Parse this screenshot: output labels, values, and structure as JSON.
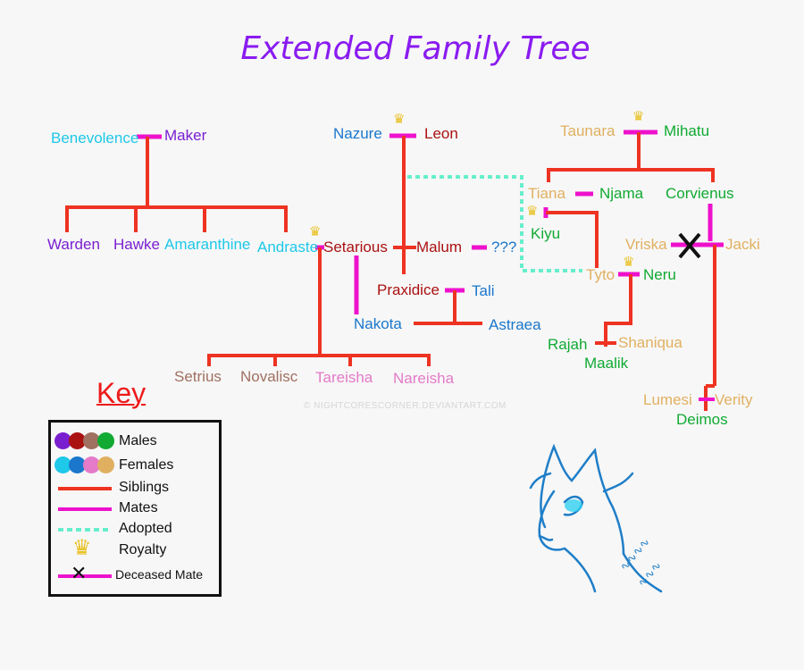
{
  "title": "Extended Family Tree",
  "colors": {
    "sibling_line": "#ee3322",
    "mate_line": "#ee11cc",
    "adopted_line": "#66eecc",
    "male_purple": "#7a1fd0",
    "male_red": "#aa1111",
    "male_green": "#11aa33",
    "male_blue": "#1a77cc",
    "female_cyan": "#1ec8e8",
    "female_pink": "#e47ac8",
    "female_tan": "#e0b060",
    "female_brown": "#a07060"
  },
  "names": {
    "benevolence": "Benevolence",
    "maker": "Maker",
    "warden": "Warden",
    "hawke": "Hawke",
    "amaranthine": "Amaranthine",
    "andraste": "Andraste",
    "nazure": "Nazure",
    "leon": "Leon",
    "setarious": "Setarious",
    "malum": "Malum",
    "unknown": "???",
    "praxidice": "Praxidice",
    "tali": "Tali",
    "nakota": "Nakota",
    "astraea": "Astraea",
    "setrius": "Setrius",
    "novalisc": "Novalisc",
    "tareisha": "Tareisha",
    "nareisha": "Nareisha",
    "taunara": "Taunara",
    "mihatu": "Mihatu",
    "tiana": "Tiana",
    "njama": "Njama",
    "corvienus": "Corvienus",
    "kiyu": "Kiyu",
    "vriska": "Vriska",
    "jacki": "Jacki",
    "tyto": "Tyto",
    "neru": "Neru",
    "rajah": "Rajah",
    "shaniqua": "Shaniqua",
    "maalik": "Maalik",
    "lumesi": "Lumesi",
    "verity": "Verity",
    "deimos": "Deimos"
  },
  "key": {
    "title": "Key",
    "males": "Males",
    "females": "Females",
    "siblings": "Siblings",
    "mates": "Mates",
    "adopted": "Adopted",
    "royalty": "Royalty",
    "deceased_mate": "Deceased Mate"
  },
  "watermark": "© NIGHTCORESCORNER.DEVIANTART.COM"
}
